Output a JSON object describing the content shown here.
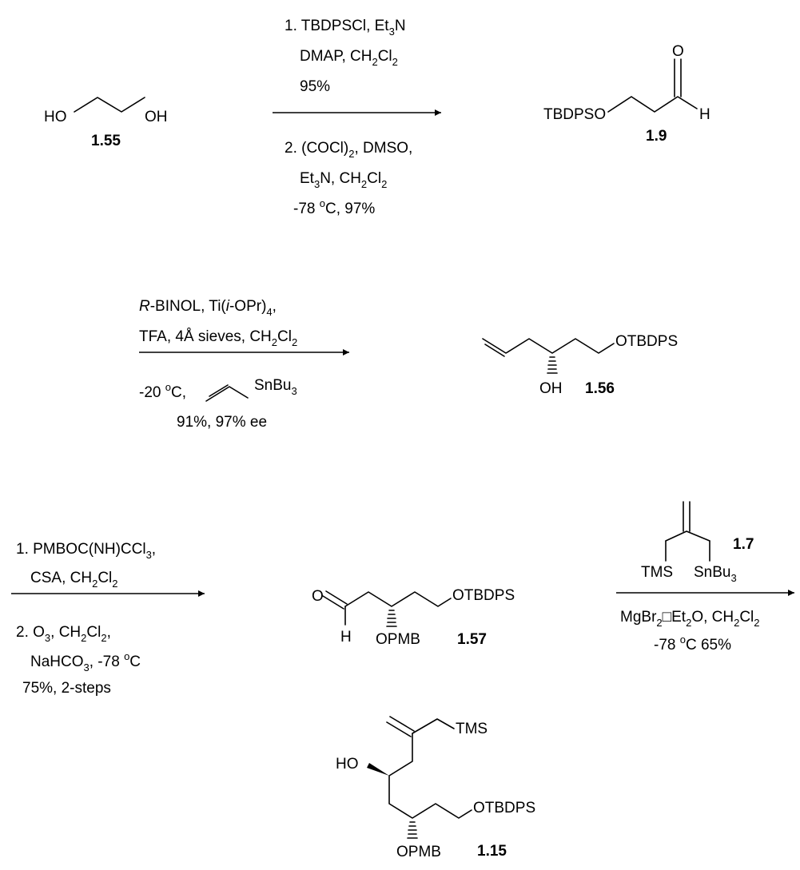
{
  "compounds": {
    "diol": {
      "id": "1.55",
      "atoms": {
        "left_oh": "HO",
        "right_oh": "OH"
      }
    },
    "aldehyde": {
      "id": "1.9",
      "atoms": {
        "protecting": "TBDPSO",
        "carbonyl_o": "O",
        "aldehyde_h": "H"
      }
    },
    "homoallyl": {
      "id": "1.56",
      "atoms": {
        "otbdps": "OTBDPS",
        "oh": "OH"
      }
    },
    "opmb_aldehyde": {
      "id": "1.57",
      "atoms": {
        "carbonyl_o": "O",
        "aldehyde_h": "H",
        "opmb": "OPMB",
        "otbdps": "OTBDPS"
      }
    },
    "allylstannane": {
      "id": "1.7",
      "atoms": {
        "tms": "TMS",
        "snbu3": "SnBu3"
      }
    },
    "product": {
      "id": "1.15",
      "atoms": {
        "tms": "TMS",
        "ho": "HO",
        "otbdps": "OTBDPS",
        "opmb": "OPMB"
      }
    }
  },
  "reactions": {
    "r1": {
      "above": [
        "1. TBDPSCl, Et3N",
        "DMAP, CH2Cl2",
        "95%"
      ],
      "below": [
        "2. (COCl)2, DMSO,",
        "Et3N, CH2Cl2",
        "-78 oC, 97%"
      ]
    },
    "r2": {
      "above": [
        "R-BINOL, Ti(i-OPr)4,",
        "TFA, 4Å sieves, CH2Cl2"
      ],
      "below": [
        "-20 oC,",
        "SnBu3",
        "91%, 97% ee"
      ]
    },
    "r3": {
      "above": [
        "1. PMBOC(NH)CCl3,",
        "CSA, CH2Cl2"
      ],
      "below": [
        "2. O3, CH2Cl2,",
        "NaHCO3, -78 oC",
        "75%, 2-steps"
      ]
    },
    "r4": {
      "below": [
        "MgBr2□Et2O, CH2Cl2",
        "-78 oC 65%"
      ]
    }
  }
}
